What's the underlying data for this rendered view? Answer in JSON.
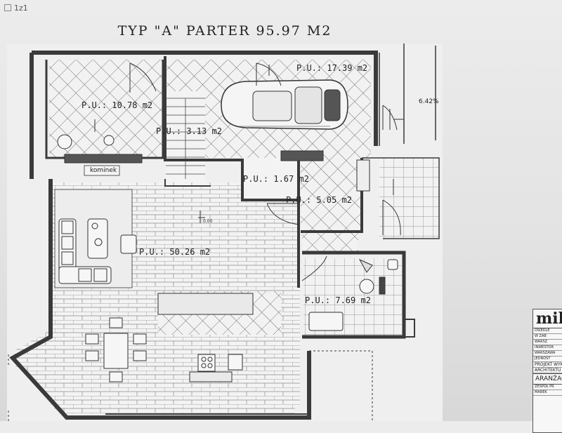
{
  "page": {
    "tab_label": "1z1"
  },
  "title": "TYP \"A\" PARTER 95.97 M2",
  "rooms": {
    "living": "P.U.: 50.26 m2",
    "bedroom": "P.U.: 10.78 m2",
    "garage": "P.U.: 17.39 m2",
    "stairs": "P.U.: 3.13 m2",
    "wc": "P.U.: 1.67 m2",
    "hall": "P.U.: 5.05 m2",
    "office": "P.U.: 7.69 m2"
  },
  "labels": {
    "fireplace": "kominek",
    "slope": "6.42%",
    "level": "0.00"
  },
  "titleblock": {
    "firm": "mik",
    "lines": [
      "OSIEDLE",
      "W ZAB",
      "WARSZ",
      "INWESTOR",
      "WARSZAWA",
      "JEDNOST"
    ],
    "project": "PROJEKT WYK",
    "discipline": "ARCHITEKTU",
    "sheet": "ARANŻAC",
    "footer": [
      "ZESPÓŁ PR",
      "MAREK"
    ]
  },
  "colors": {
    "wall": "#3a3a3a",
    "paper": "#f1f1f1",
    "line": "#555555"
  }
}
